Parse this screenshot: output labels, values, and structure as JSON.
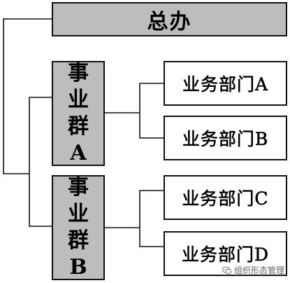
{
  "diagram": {
    "root": {
      "label": "总办"
    },
    "groups": [
      {
        "lines": [
          "事",
          "业",
          "群",
          "A"
        ]
      },
      {
        "lines": [
          "事",
          "业",
          "群",
          "B"
        ]
      }
    ],
    "departments": [
      {
        "label": "业务部门A"
      },
      {
        "label": "业务部门B"
      },
      {
        "label": "业务部门C"
      },
      {
        "label": "业务部门D"
      }
    ],
    "colors": {
      "group_fill": "#bdbdbd",
      "root_fill": "#bdbdbd",
      "dept_fill": "#ffffff",
      "line": "#111111"
    }
  },
  "watermark": {
    "text": "组织形态管理",
    "icon": "wechat-icon"
  }
}
